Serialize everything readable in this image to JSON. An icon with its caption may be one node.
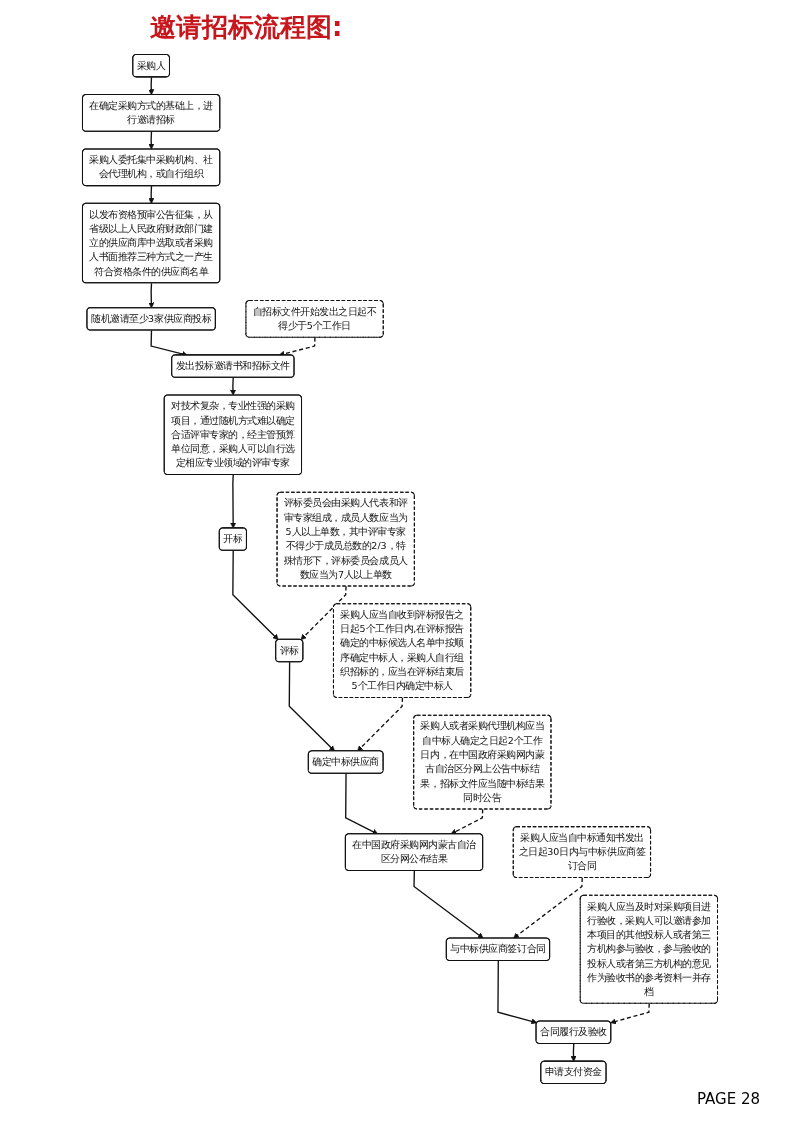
{
  "diagram": {
    "title": "邀请招标流程图:",
    "nodes": [
      {
        "text": [
          "采购人"
        ]
      },
      {
        "text": [
          "在确定采购方式的基础上，进行邀请招标"
        ]
      },
      {
        "text": [
          "采购人委托集中采购机构、社会代理机构，或自行组织"
        ]
      },
      {
        "text": [
          "以发布资格预审公告征集，从省级以上人民政府财政部门建立的供应商库中选取或者采购人书面推荐三种方式之一产生符合资格条件的供应商名单"
        ]
      },
      {
        "text": [
          "随机邀请至少3家供应商投标"
        ]
      },
      {
        "text": [
          "发出投标邀请书和招标文件"
        ]
      },
      {
        "text": [
          "自招标文件开始发出之日起不得少于5个工作日"
        ]
      },
      {
        "text": [
          "对技术复杂，专业性强的采购项目，通过随机方式难以确定合适评审专家的，经主管预算单位同意，采购人可以自行选定相应专业领域的评审专家"
        ]
      },
      {
        "text": [
          "开标"
        ]
      },
      {
        "text": [
          "评标"
        ]
      },
      {
        "text": [
          "评标委员会由采购人代表和评审专家组成，成员人数应当为5人以上单数，其中评审专家不得少于成员总数的2/3，特殊情形下，评标委员会成员人数应当为7人以上单数"
        ]
      },
      {
        "text": [
          "确定中标供应商"
        ]
      },
      {
        "text": [
          "采购人应当自收到评标报告之日起5个工作日内,在评标报告确定的中标候选人名单中按顺序确定中标人，采购人自行组织招标的，应当在评标结束后5个工作日内确定中标人"
        ]
      },
      {
        "text": [
          "在中国政府采购网内蒙古自治区分网公布结果"
        ]
      },
      {
        "text": [
          "采购人或者采购代理机构应当自中标人确定之日起2个工作日内，在中国政府采购网内蒙古自治区分网上公告中标结果，招标文件应当随中标结果同时公告"
        ]
      },
      {
        "text": [
          "与中标供应商签订合同"
        ]
      },
      {
        "text": [
          "采购人应当自中标通知书发出之日起30日内与中标供应商签订合同"
        ]
      },
      {
        "text": [
          "合同履行及验收"
        ]
      },
      {
        "text": [
          "采购人应当及时对采购项目进行验收，采购人可以邀请参加本项目的其他投标人或者第三方机构参与验收，参与验收的投标人或者第三方机构的意见作为验收书的参考资料一并存档"
        ]
      },
      {
        "text": [
          "申请支付资金"
        ]
      }
    ],
    "edges": [
      {
        "from": 0,
        "to": 1,
        "arrow": "to"
      },
      {
        "from": 1,
        "to": 2,
        "arrow": "to"
      },
      {
        "from": 2,
        "to": 3,
        "arrow": "to"
      },
      {
        "from": 3,
        "to": 4,
        "arrow": "to"
      },
      {
        "from": 4,
        "to": 5,
        "arrow": "to"
      },
      {
        "from": 6,
        "to": 5,
        "arrow": "to",
        "style": "dashed"
      },
      {
        "from": 5,
        "to": 7,
        "arrow": "to"
      },
      {
        "from": 7,
        "to": 8,
        "arrow": "to"
      },
      {
        "from": 8,
        "to": 9,
        "arrow": "to"
      },
      {
        "from": 10,
        "to": 9,
        "arrow": "to",
        "style": "dashed"
      },
      {
        "from": 9,
        "to": 11,
        "arrow": "to"
      },
      {
        "from": 12,
        "to": 11,
        "arrow": "to",
        "style": "dashed"
      },
      {
        "from": 11,
        "to": 13,
        "arrow": "to"
      },
      {
        "from": 14,
        "to": 13,
        "arrow": "to",
        "style": "dashed"
      },
      {
        "from": 13,
        "to": 15,
        "arrow": "to"
      },
      {
        "from": 16,
        "to": 15,
        "arrow": "to",
        "style": "dashed"
      },
      {
        "from": 15,
        "to": 17,
        "arrow": "to"
      },
      {
        "from": 18,
        "to": 17,
        "arrow": "to",
        "style": "dashed"
      },
      {
        "from": 17,
        "to": 19,
        "arrow": "to"
      }
    ],
    "labels": [
      "PAGE 28"
    ]
  }
}
